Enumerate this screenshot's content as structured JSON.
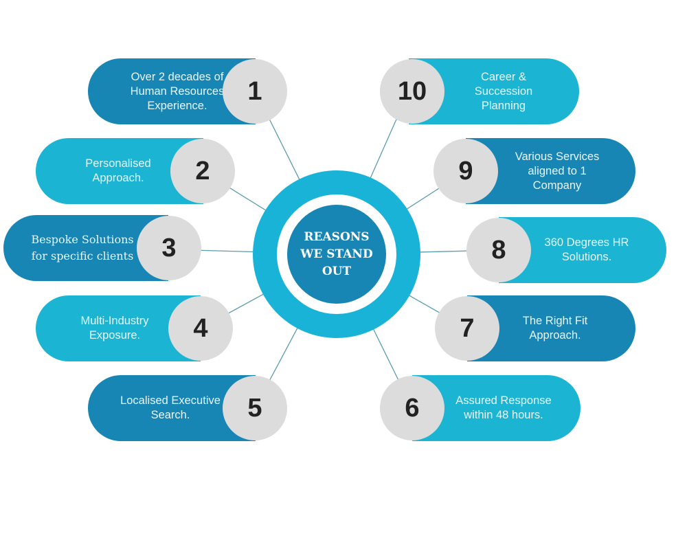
{
  "center": {
    "title": "REASONS\nWE STAND\nOUT"
  },
  "colors": {
    "dark": "#1786b4",
    "light": "#1bb5d3",
    "ring": "#1ab3d8",
    "number_bg": "#dcdcdc",
    "connector": "#5a9cb0"
  },
  "reasons": [
    {
      "number": "1",
      "text": "Over 2 decades of\nHuman Resources\nExperience."
    },
    {
      "number": "2",
      "text": "Personalised\nApproach."
    },
    {
      "number": "3",
      "text": "Bespoke Solutions\nfor specific clients"
    },
    {
      "number": "4",
      "text": "Multi-Industry\nExposure."
    },
    {
      "number": "5",
      "text": "Localised Executive\nSearch."
    },
    {
      "number": "6",
      "text": "Assured Response\nwithin 48 hours."
    },
    {
      "number": "7",
      "text": "The Right Fit\nApproach."
    },
    {
      "number": "8",
      "text": "360 Degrees HR\nSolutions."
    },
    {
      "number": "9",
      "text": "Various Services\naligned to 1\nCompany"
    },
    {
      "number": "10",
      "text": "Career &\nSuccession\nPlanning"
    }
  ]
}
